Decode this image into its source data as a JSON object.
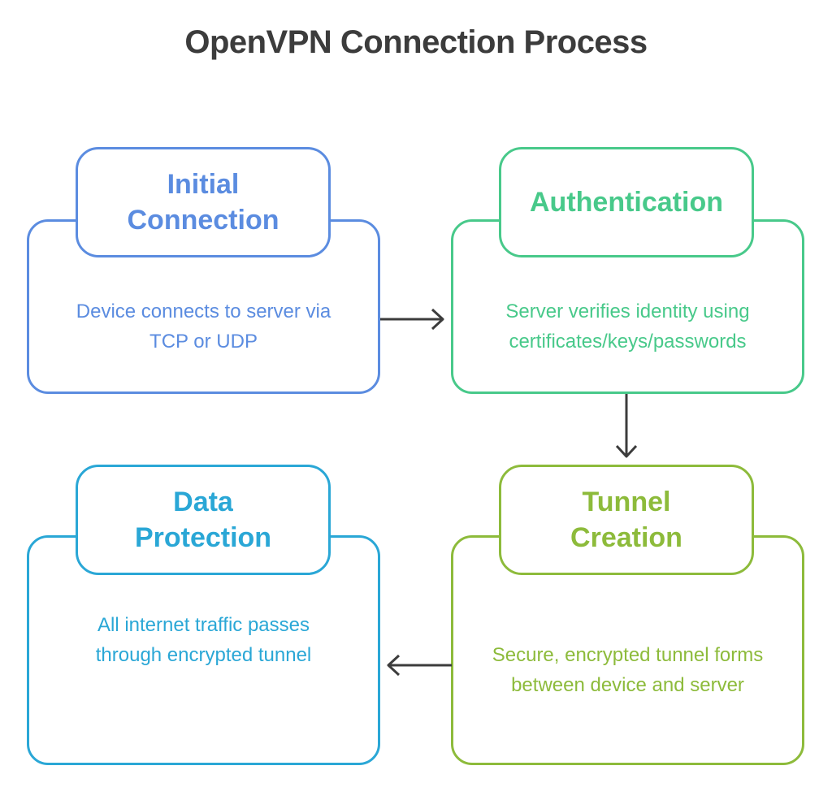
{
  "title": "OpenVPN Connection Process",
  "colors": {
    "initial_connection": "#5b8ce0",
    "authentication": "#48c98a",
    "tunnel_creation": "#8dbb3b",
    "data_protection": "#2aa7d6",
    "arrow": "#3c3c3c",
    "title": "#3c3c3c"
  },
  "steps": [
    {
      "heading": "Initial\nConnection",
      "description": "Device connects to server via TCP or UDP"
    },
    {
      "heading": "Authentication",
      "description": "Server verifies identity using certificates/keys/passwords"
    },
    {
      "heading": "Tunnel\nCreation",
      "description": "Secure, encrypted tunnel forms between device and server"
    },
    {
      "heading": "Data\nProtection",
      "description": "All internet traffic passes through encrypted tunnel"
    }
  ],
  "arrows": [
    {
      "from": "Initial Connection",
      "to": "Authentication"
    },
    {
      "from": "Authentication",
      "to": "Tunnel Creation"
    },
    {
      "from": "Tunnel Creation",
      "to": "Data Protection"
    }
  ]
}
